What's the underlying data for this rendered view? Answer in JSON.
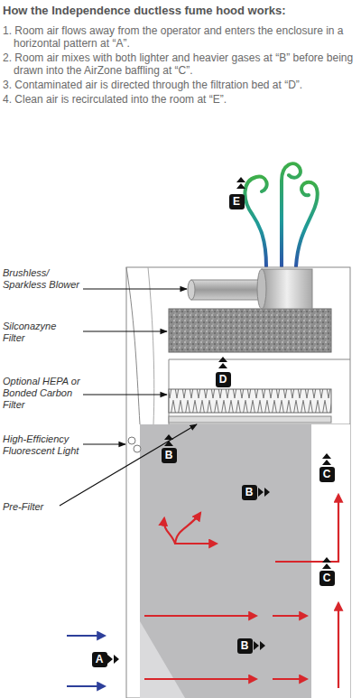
{
  "diagram": {
    "title": "How the Independence ductless fume hood works:",
    "nodes": [
      {
        "text": [
          "E"
        ]
      },
      {
        "text": [
          "D"
        ]
      },
      {
        "text": [
          "B"
        ]
      },
      {
        "text": [
          "C"
        ]
      },
      {
        "text": [
          "B"
        ]
      },
      {
        "text": [
          "C"
        ]
      },
      {
        "text": [
          "B"
        ]
      },
      {
        "text": [
          "A"
        ]
      }
    ],
    "labels": [
      "1. Room air flows away from the operator and enters the enclosure in a horizontal pattern at “A”.",
      "2. Room air mixes with both lighter and heavier gases at “B” before being drawn into the AirZone baffling at “C”.",
      "3. Contaminated air is directed through the filtration bed at “D”.",
      "4. Clean air is recirculated into the room at “E”.",
      "Brushless/ Sparkless Blower",
      "Silconazyne Filter",
      "Optional HEPA or Bonded Carbon Filter",
      "High-Efficiency Fluorescent Light",
      "Pre-Filter"
    ]
  }
}
